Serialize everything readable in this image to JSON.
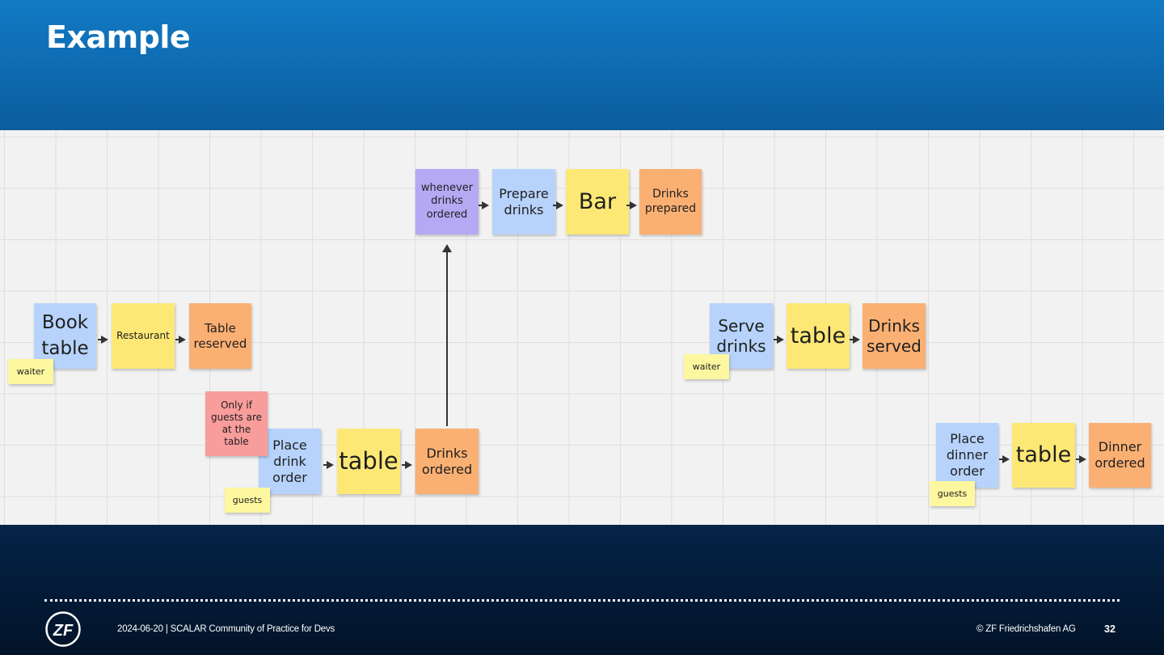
{
  "slide": {
    "title": "Example"
  },
  "flows": {
    "bar": {
      "trigger": "whenever drinks ordered",
      "command": "Prepare drinks",
      "aggregate": "Bar",
      "event": "Drinks prepared"
    },
    "booking": {
      "command": "Book table",
      "aggregate": "Restaurant",
      "event": "Table reserved",
      "actor": "waiter"
    },
    "drink_order": {
      "policy": "Only if guests are at the table",
      "command": "Place drink order",
      "aggregate": "table",
      "event": "Drinks ordered",
      "actor": "guests"
    },
    "serve": {
      "command": "Serve drinks",
      "aggregate": "table",
      "event": "Drinks served",
      "actor": "waiter"
    },
    "dinner_order": {
      "command": "Place dinner order",
      "aggregate": "table",
      "event": "Dinner ordered",
      "actor": "guests"
    }
  },
  "footer": {
    "date_and_event": "2024-06-20 | SCALAR Community of Practice for Devs",
    "copyright": "© ZF Friedrichshafen AG",
    "page_number": "32",
    "logo_text": "ZF"
  },
  "colors": {
    "command": "#b7d3fb",
    "aggregate": "#fde876",
    "event": "#fbb073",
    "trigger": "#b6a9f4",
    "policy": "#f99c9c",
    "actor": "#fdf7a0",
    "header": "#127ac4",
    "footer": "#021328"
  }
}
